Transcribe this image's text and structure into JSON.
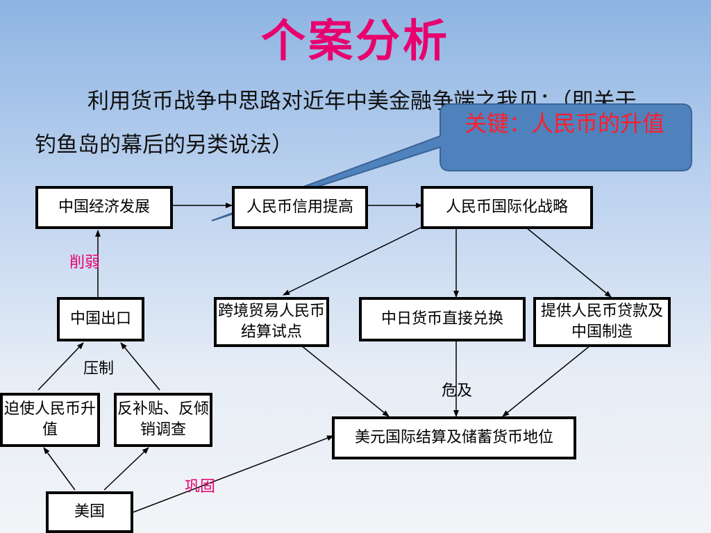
{
  "title": "个案分析",
  "intro": {
    "line1": "利用货币战争中思路对近年中美金融争端之我见：（即关于",
    "line2": "钓鱼岛的幕后的另类说法）"
  },
  "callout": {
    "text": "关键：人民币的升值"
  },
  "nodes": {
    "china_econ": "中国经济发展",
    "rmb_credit": "人民币信用提高",
    "rmb_intl": "人民币国际化战略",
    "china_export": "中国出口",
    "cross_border": "跨境贸易人民币结算试点",
    "cn_jp_exchange": "中日货币直接兑换",
    "rmb_loans": "提供人民币贷款及中国制造",
    "force_rmb": "迫使人民币升值",
    "anti_subsidy": "反补贴、反倾销调查",
    "usd_status": "美元国际结算及储蓄货币地位",
    "usa": "美国"
  },
  "edge_labels": {
    "weaken": "削弱",
    "suppress": "压制",
    "endanger": "危及",
    "consolidate": "巩固"
  },
  "colors": {
    "title": "#e8006e",
    "callout_fill": "#4f81bd",
    "callout_text": "#ff1e2a",
    "pink_label": "#e8006e"
  }
}
